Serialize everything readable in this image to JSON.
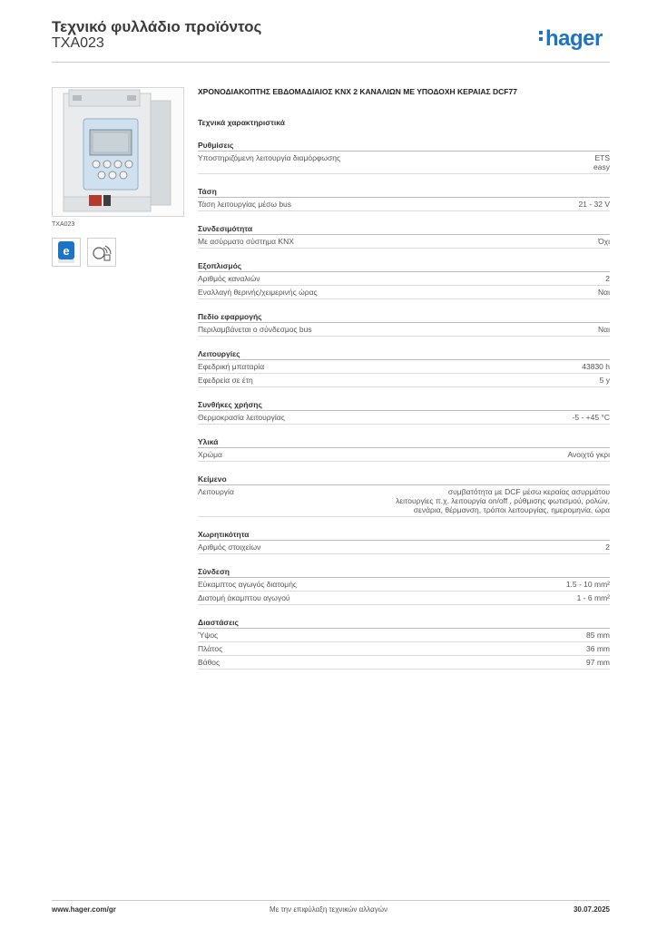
{
  "header": {
    "title": "Τεχνικό φυλλάδιο προϊόντος",
    "code": "TXA023",
    "logo_text": "hager",
    "brand_color": "#1d73c4"
  },
  "product": {
    "caption": "TXA023",
    "badge_ets_label": "easy",
    "title": "ΧΡΟΝΟΔΙΑΚΟΠΤΗΣ ΕΒΔΟΜΑΔΙΑΙΟΣ KNX 2 ΚΑΝΑΛΙΩΝ ΜΕ ΥΠΟΔΟΧΗ ΚΕΡΑΙΑΣ DCF77",
    "tech_heading": "Τεχνικά χαρακτηριστικά"
  },
  "sections": [
    {
      "title": "Ρυθμίσεις",
      "rows": [
        {
          "label": "Υποστηριζόμενη λειτουργία διαμόρφωσης",
          "value": "ETS\neasy"
        }
      ]
    },
    {
      "title": "Τάση",
      "rows": [
        {
          "label": "Τάση λειτουργίας μέσω bus",
          "value": "21 - 32 V"
        }
      ]
    },
    {
      "title": "Συνδεσιμότητα",
      "rows": [
        {
          "label": "Με ασύρματο σύστημα KNX",
          "value": "Όχι"
        }
      ]
    },
    {
      "title": "Εξοπλισμός",
      "rows": [
        {
          "label": "Αριθμός καναλιών",
          "value": "2"
        },
        {
          "label": "Εναλλαγή θερινής/χειμερινής ώρας",
          "value": "Ναι"
        }
      ]
    },
    {
      "title": "Πεδίο εφαρμογής",
      "rows": [
        {
          "label": "Περιλαμβάνεται ο σύνδεσμος bus",
          "value": "Ναι"
        }
      ]
    },
    {
      "title": "Λειτουργίες",
      "rows": [
        {
          "label": "Εφεδρική μπαταρία",
          "value": "43830 h"
        },
        {
          "label": "Εφεδρεία σε έτη",
          "value": "5 y"
        }
      ]
    },
    {
      "title": "Συνθήκες χρήσης",
      "rows": [
        {
          "label": "Θερμοκρασία λειτουργίας",
          "value": "-5 - +45 °C"
        }
      ]
    },
    {
      "title": "Υλικά",
      "rows": [
        {
          "label": "Χρώμα",
          "value": "Ανοιχτό γκρι"
        }
      ]
    },
    {
      "title": "Κείμενο",
      "rows": [
        {
          "label": "Λειτουργία",
          "value": "συμβατότητα με DCF μέσω κεραίας ασυρμάτου\nλειτουργίες π.χ. λειτουργία on/off , ρύθμισης φωτισμού, ρολών,\nσενάρια, θέρμανση, τρόποι λειτουργίας, ημερομηνία, ώρα"
        }
      ]
    },
    {
      "title": "Χωρητικότητα",
      "rows": [
        {
          "label": "Αριθμός στοιχείων",
          "value": "2"
        }
      ]
    },
    {
      "title": "Σύνδεση",
      "rows": [
        {
          "label": "Εύκαμπτος αγωγός διατομής",
          "value": "1.5 - 10 mm²"
        },
        {
          "label": "Διατομή άκαμπτου αγωγού",
          "value": "1 - 6 mm²"
        }
      ]
    },
    {
      "title": "Διαστάσεις",
      "rows": [
        {
          "label": "Ύψος",
          "value": "85 mm"
        },
        {
          "label": "Πλάτος",
          "value": "36 mm"
        },
        {
          "label": "Βάθος",
          "value": "97 mm"
        }
      ]
    }
  ],
  "footer": {
    "website": "www.hager.com/gr",
    "notice": "Με την επιφύλαξη τεχνικών αλλαγών",
    "date": "30.07.2025"
  }
}
